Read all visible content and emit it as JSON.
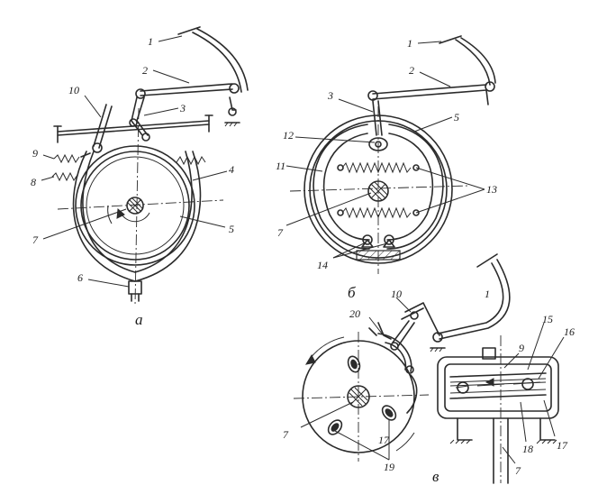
{
  "figure": {
    "sub_a": {
      "caption": "а",
      "callouts": [
        "1",
        "2",
        "3",
        "4",
        "5",
        "6",
        "7",
        "8",
        "9",
        "10"
      ]
    },
    "sub_b": {
      "caption": "б",
      "callouts": [
        "1",
        "2",
        "3",
        "5",
        "7",
        "11",
        "12",
        "13",
        "14"
      ]
    },
    "sub_c": {
      "caption": "в",
      "callouts": [
        "1",
        "7",
        "9",
        "10",
        "15",
        "16",
        "17",
        "17",
        "18",
        "19",
        "20"
      ]
    }
  }
}
